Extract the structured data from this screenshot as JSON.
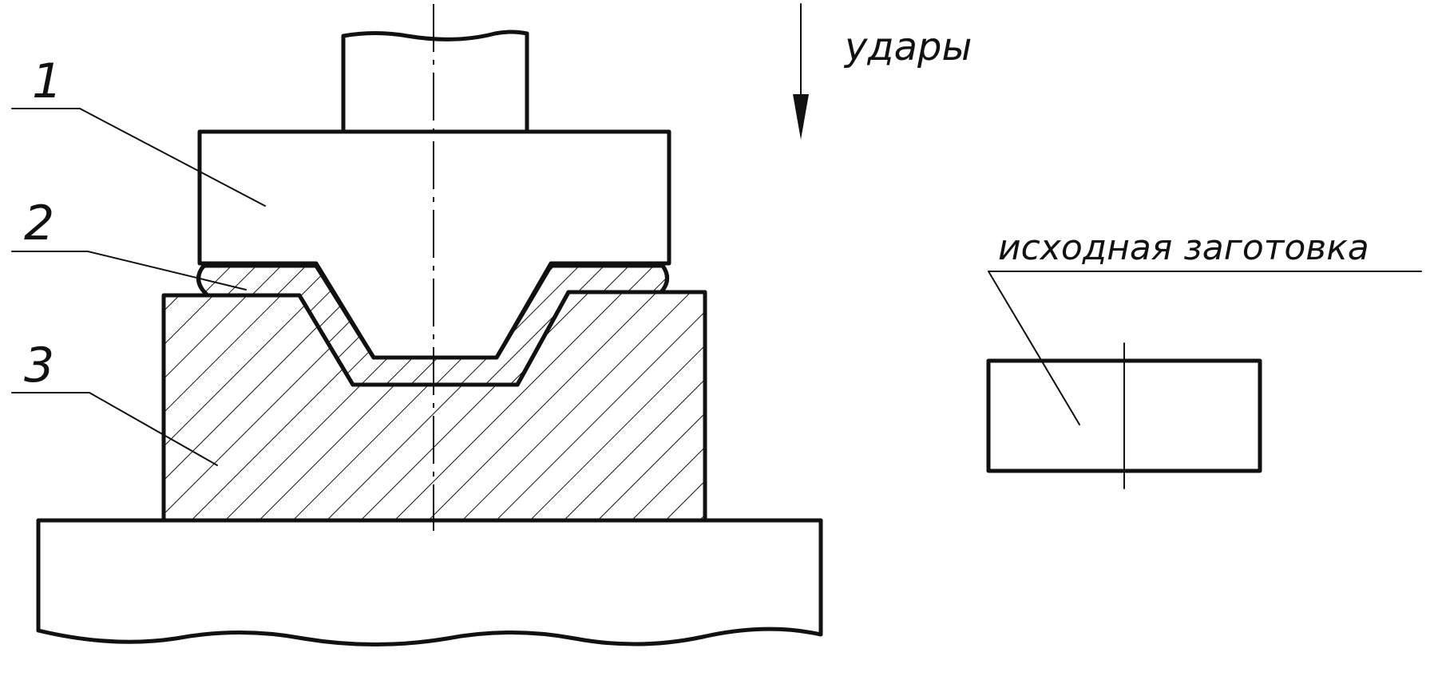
{
  "labels": {
    "item_1": "1",
    "item_2": "2",
    "item_3": "3",
    "blows": "удары",
    "initial_blank": "исходная заготовка"
  },
  "colors": {
    "line": "#111111",
    "background": "#ffffff"
  }
}
